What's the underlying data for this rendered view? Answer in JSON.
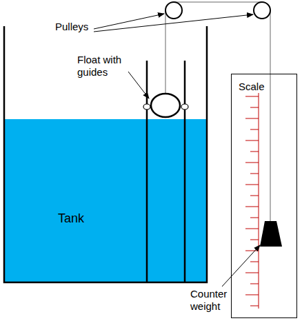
{
  "diagram": {
    "nodes": [
      {
        "text": [
          "Tank"
        ]
      },
      {
        "text": [
          "Scale"
        ]
      }
    ],
    "labels": [
      "Pulleys",
      "Float with guides",
      "Counter weight"
    ]
  }
}
